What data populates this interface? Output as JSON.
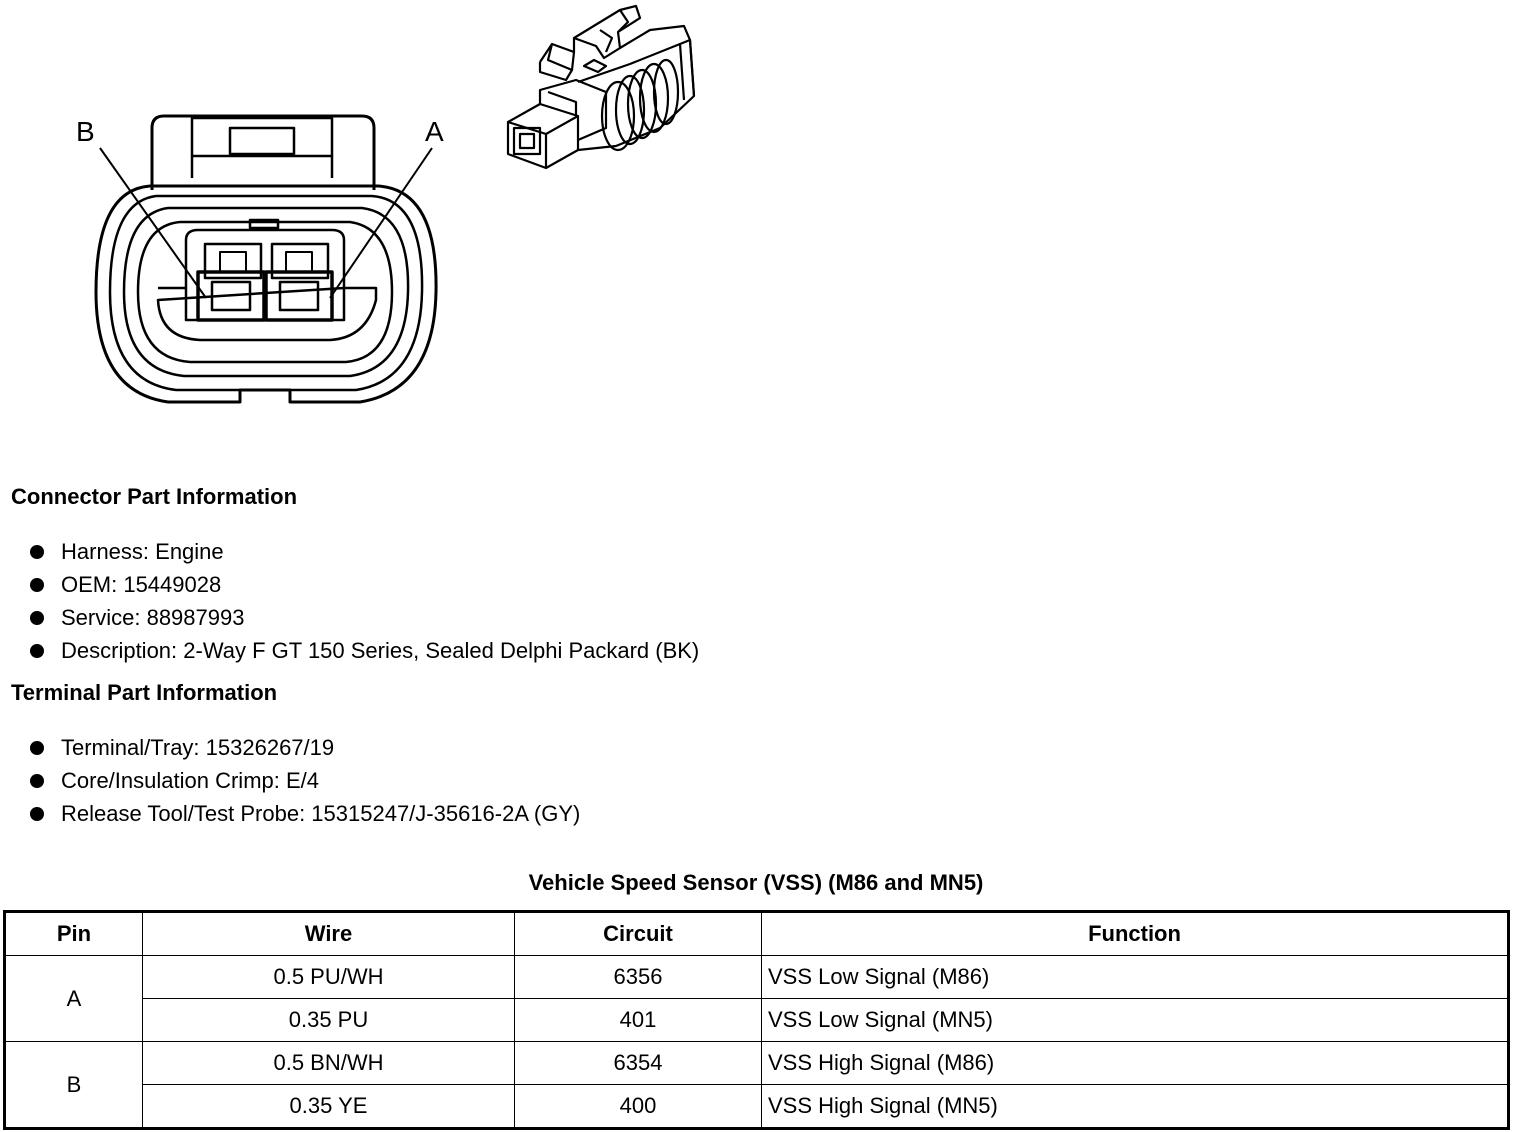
{
  "diagram": {
    "pin_labels": {
      "b": "B",
      "a": "A"
    }
  },
  "connector_info": {
    "heading": "Connector Part Information",
    "items": [
      "Harness: Engine",
      "OEM: 15449028",
      "Service: 88987993",
      "Description: 2-Way F GT 150 Series, Sealed Delphi Packard (BK)"
    ]
  },
  "terminal_info": {
    "heading": "Terminal Part Information",
    "items": [
      "Terminal/Tray: 15326267/19",
      "Core/Insulation Crimp: E/4",
      "Release Tool/Test Probe: 15315247/J-35616-2A (GY)"
    ]
  },
  "table": {
    "title": "Vehicle Speed Sensor (VSS) (M86 and MN5)",
    "headers": [
      "Pin",
      "Wire",
      "Circuit",
      "Function"
    ],
    "rows": [
      {
        "pin": "A",
        "wire": "0.5 PU/WH",
        "circuit": "6356",
        "function": "VSS Low Signal (M86)"
      },
      {
        "pin": "",
        "wire": "0.35 PU",
        "circuit": "401",
        "function": "VSS Low Signal (MN5)"
      },
      {
        "pin": "B",
        "wire": "0.5 BN/WH",
        "circuit": "6354",
        "function": "VSS High Signal (M86)"
      },
      {
        "pin": "",
        "wire": "0.35 YE",
        "circuit": "400",
        "function": "VSS High Signal (MN5)"
      }
    ]
  }
}
